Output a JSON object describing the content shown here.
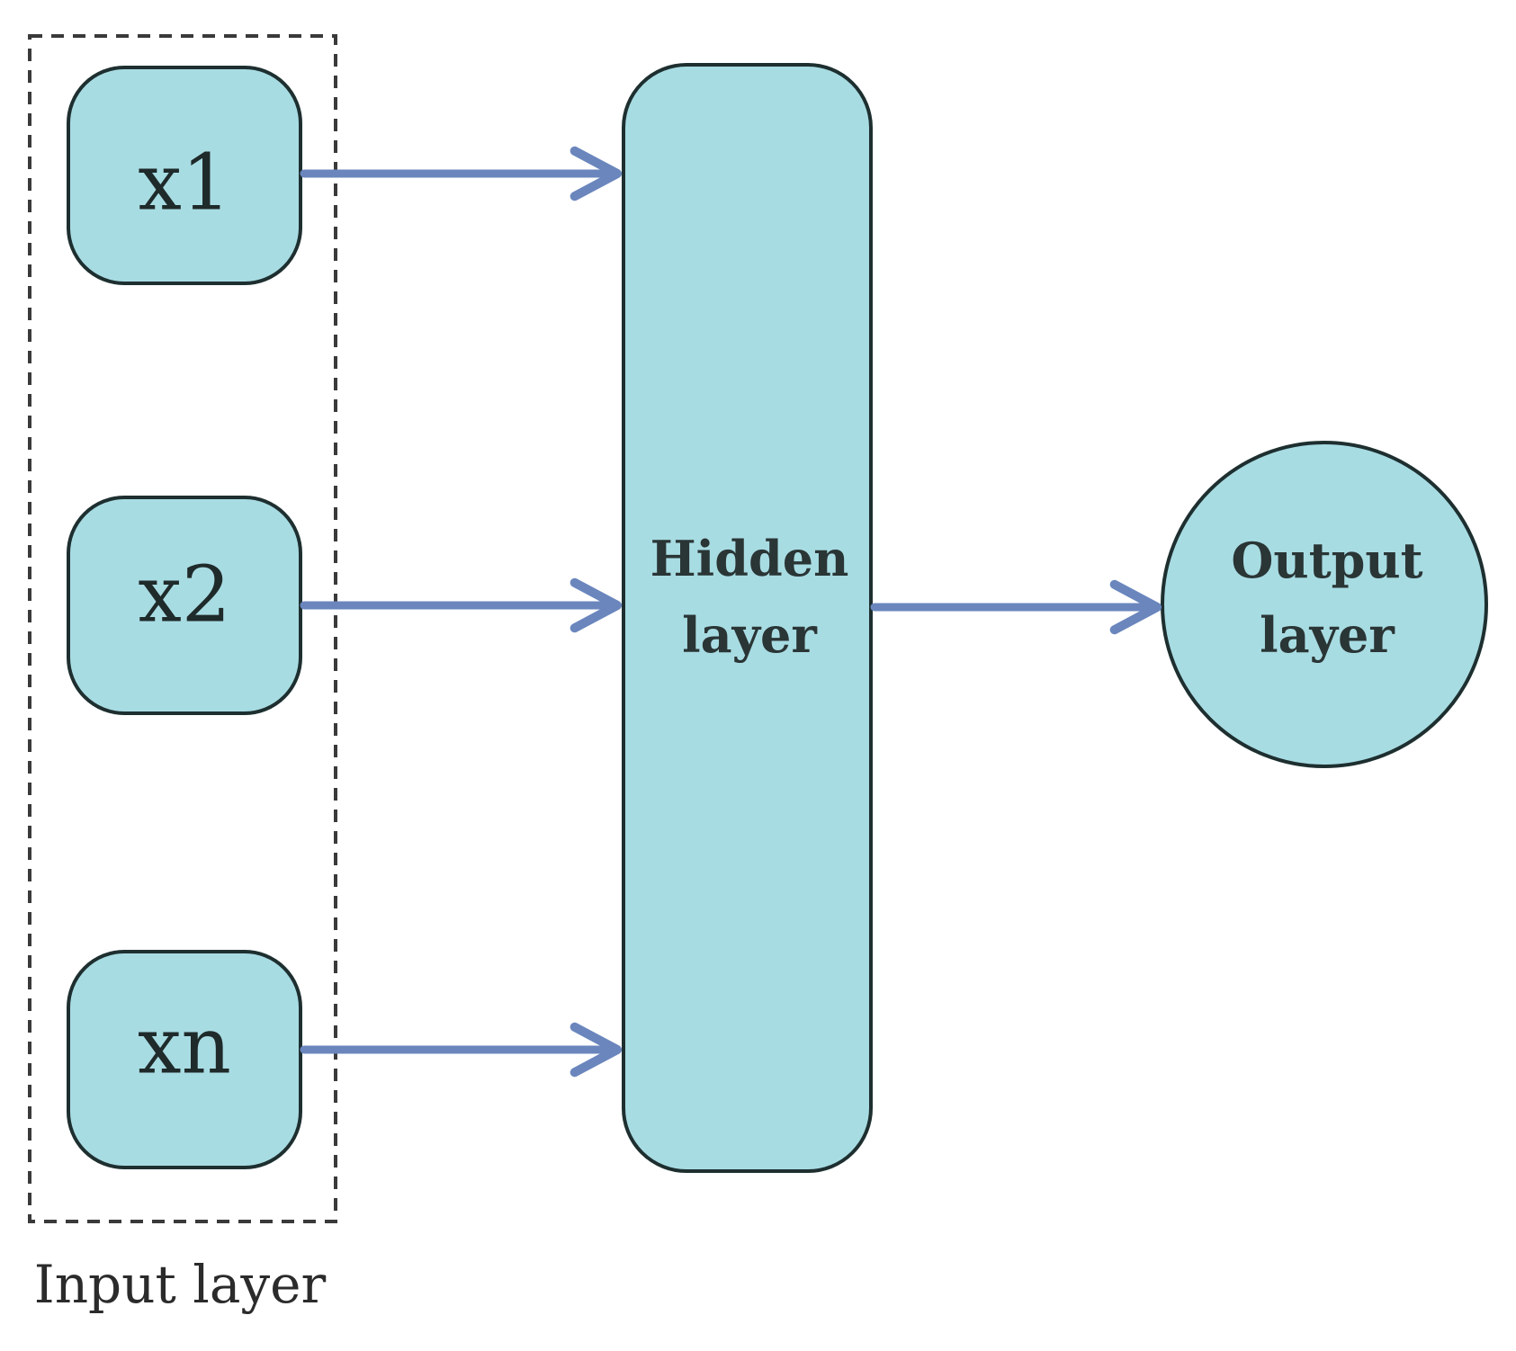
{
  "diagram": {
    "input_nodes": [
      {
        "label": "x1"
      },
      {
        "label": "x2"
      },
      {
        "label": "xn"
      }
    ],
    "input_group_label": "Input layer",
    "hidden_layer": {
      "line1": "Hidden",
      "line2": "layer"
    },
    "output_layer": {
      "line1": "Output",
      "line2": "layer"
    }
  },
  "colors": {
    "node_fill": "#a8dce3",
    "node_stroke": "#1e2f30",
    "arrow": "#6a86bd",
    "dashed_border": "#3a3a3a"
  }
}
